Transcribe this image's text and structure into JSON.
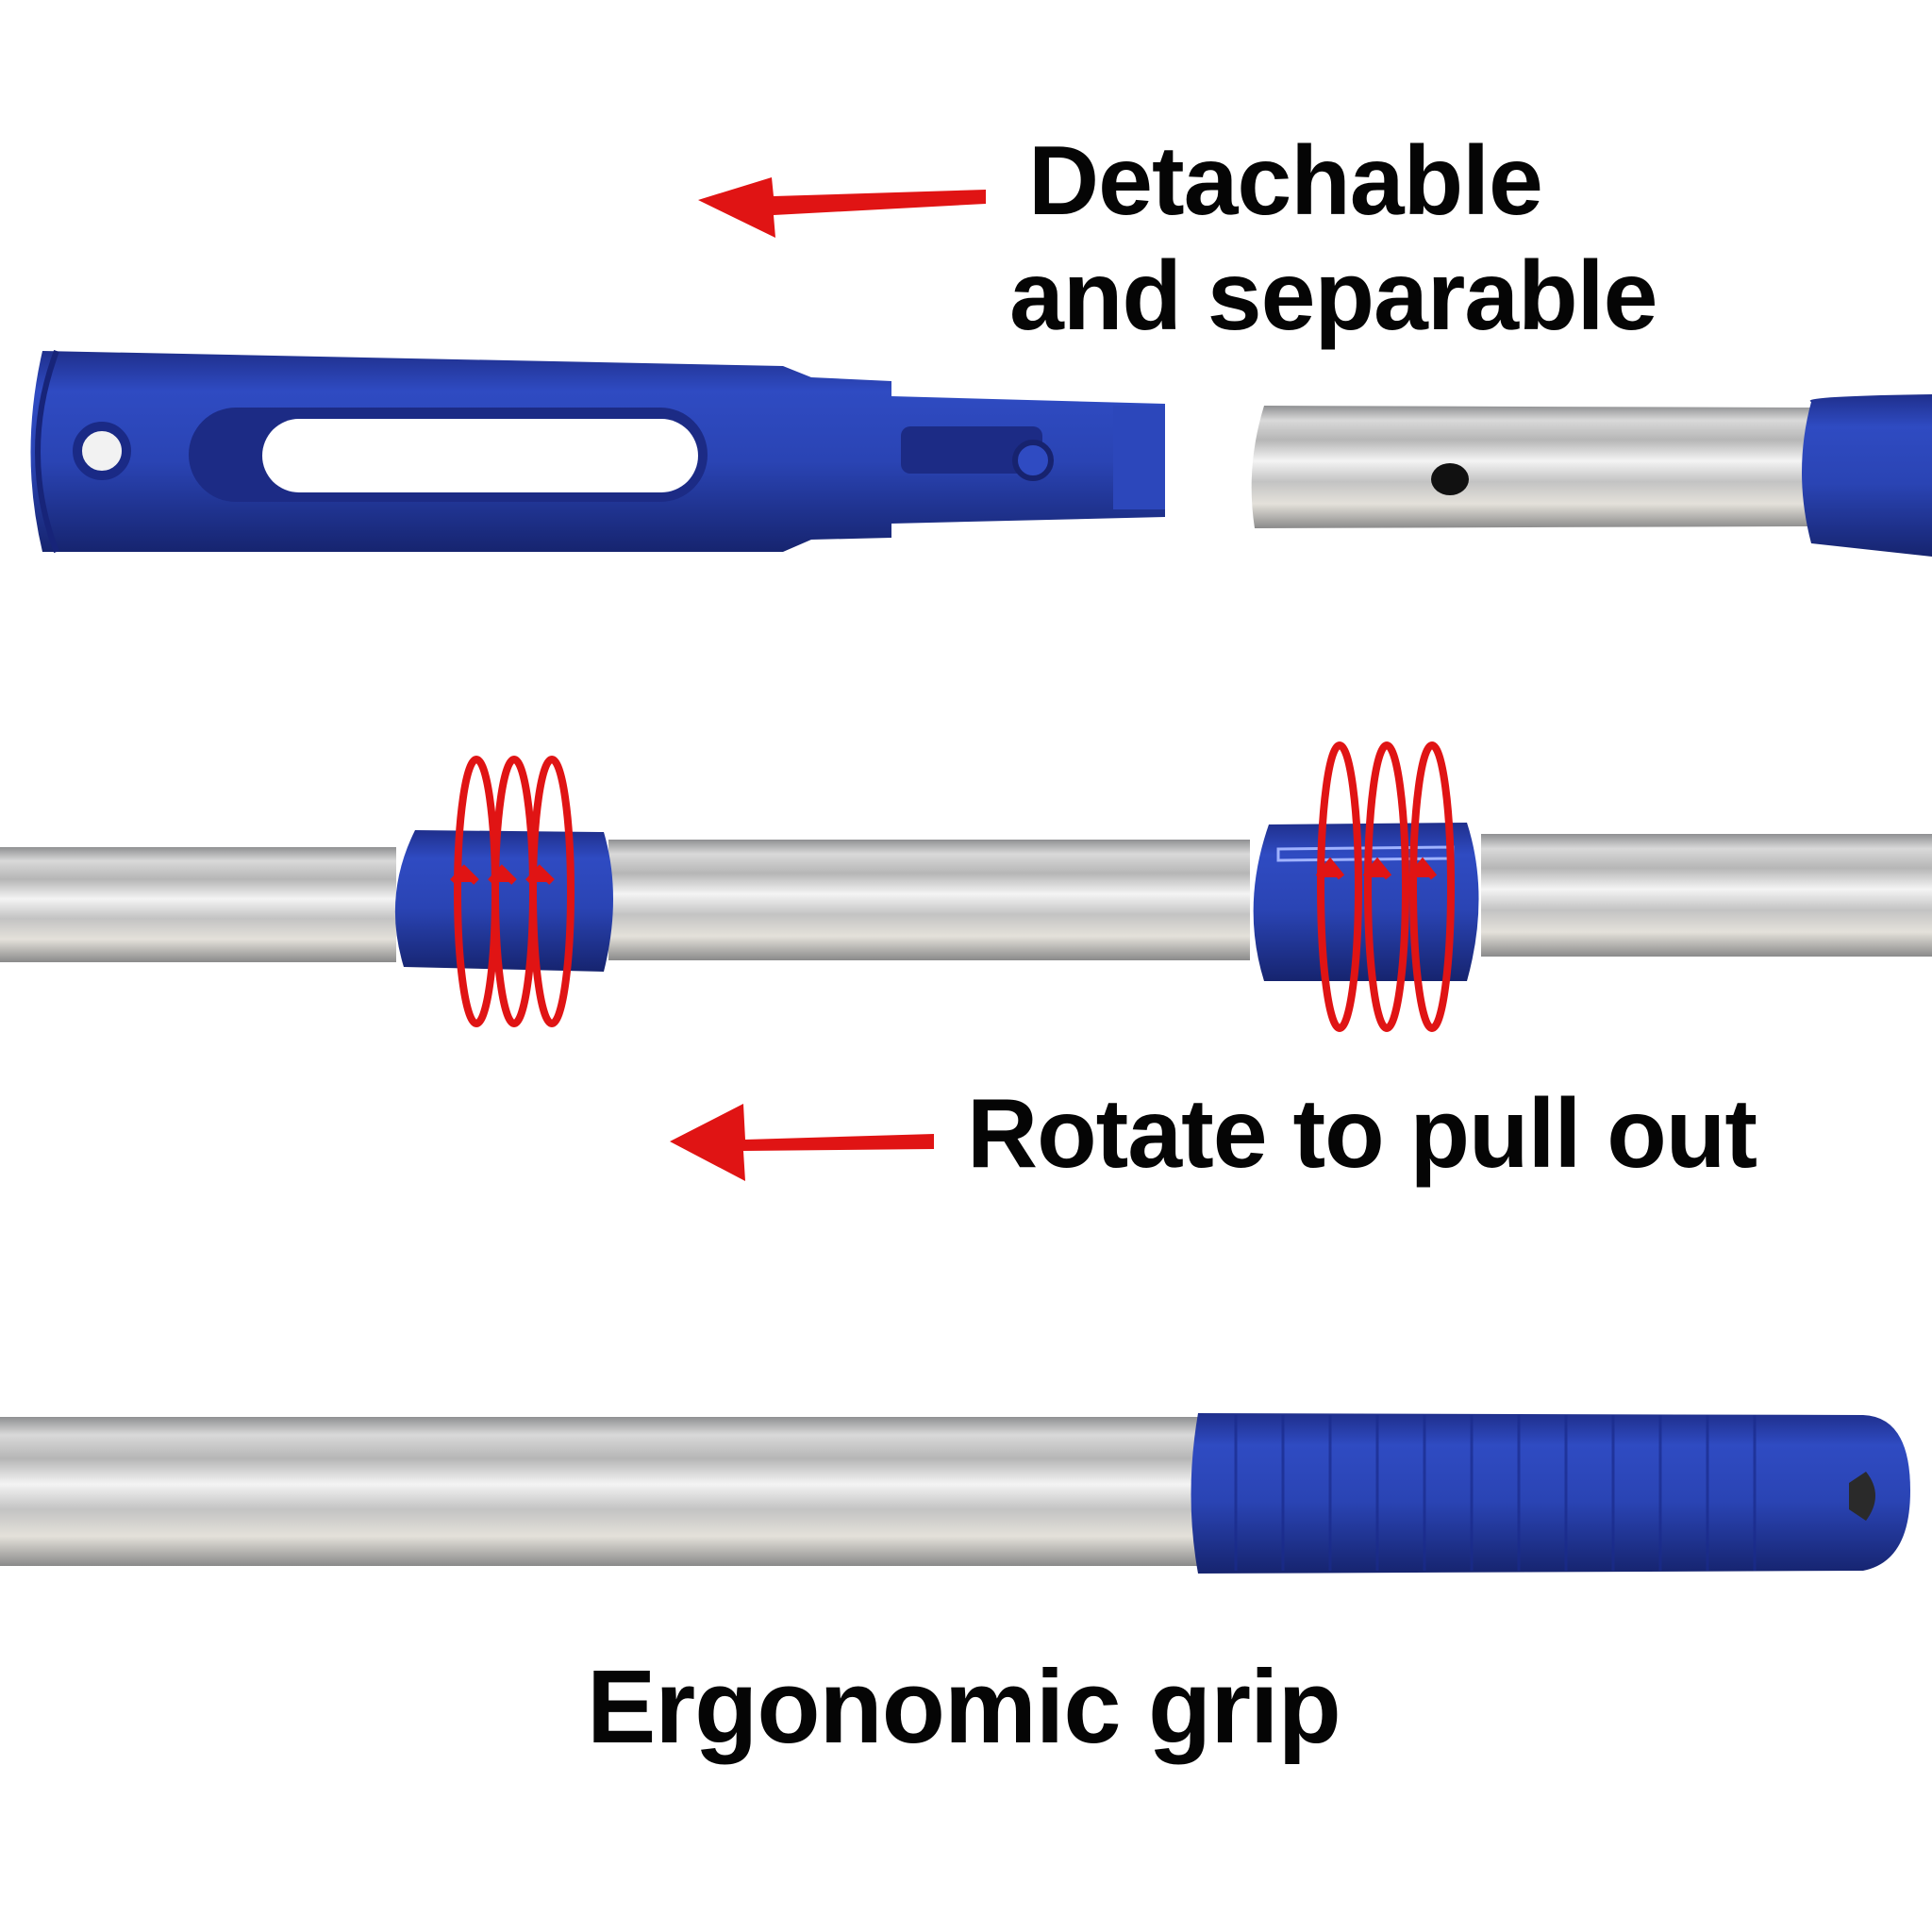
{
  "captions": {
    "detachable_line1": "Detachable",
    "detachable_line2": "and separable",
    "rotate": "Rotate to pull out",
    "grip": "Ergonomic grip"
  },
  "colors": {
    "accent_blue": "#2b46b8",
    "arrow_red": "#e01414",
    "tube_silver": "#c9c9c9",
    "text": "#050505",
    "background": "#ffffff"
  },
  "icons": {
    "left_arrow": "arrow-left-icon",
    "rotation": "rotate-arrows-icon"
  }
}
